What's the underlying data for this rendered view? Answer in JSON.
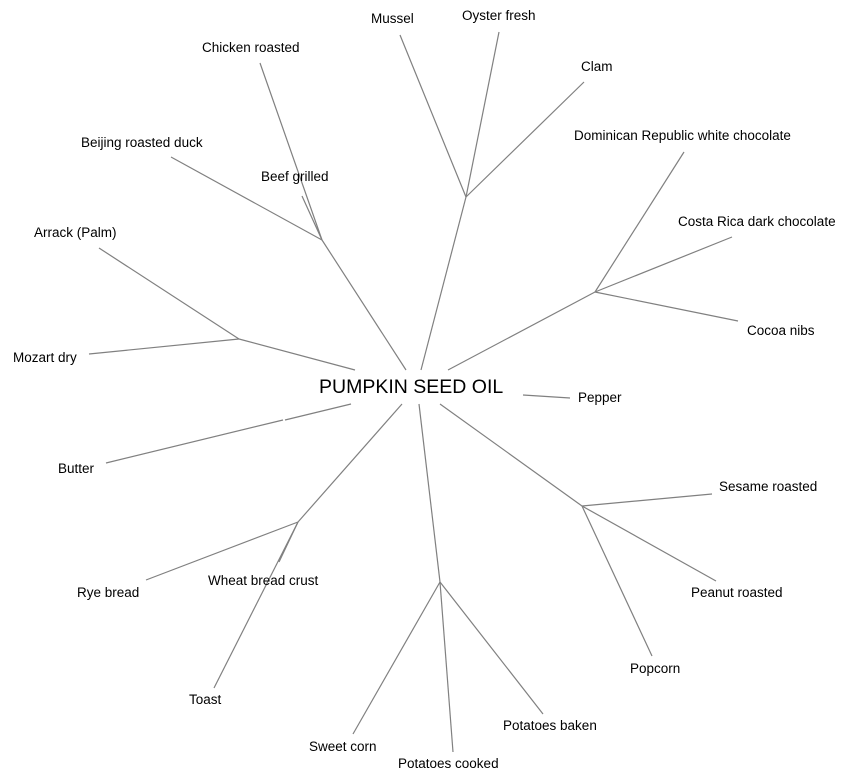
{
  "center": {
    "label": "PUMPKIN SEED OIL"
  },
  "colors": {
    "line": "#808080",
    "text": "#000000",
    "background": "#ffffff"
  },
  "groups": [
    {
      "id": "seafood",
      "leaves": [
        "Mussel",
        "Oyster fresh",
        "Clam"
      ]
    },
    {
      "id": "chocolate",
      "leaves": [
        "Dominican Republic white chocolate",
        "Costa Rica dark chocolate",
        "Cocoa nibs"
      ]
    },
    {
      "id": "pepper",
      "leaves": [
        "Pepper"
      ]
    },
    {
      "id": "nuts",
      "leaves": [
        "Sesame roasted",
        "Peanut roasted",
        "Popcorn"
      ]
    },
    {
      "id": "potatoes",
      "leaves": [
        "Potatoes baken",
        "Potatoes cooked",
        "Sweet corn"
      ]
    },
    {
      "id": "bread",
      "leaves": [
        "Wheat bread crust",
        "Toast",
        "Rye bread"
      ]
    },
    {
      "id": "butter",
      "leaves": [
        "Butter"
      ]
    },
    {
      "id": "wine",
      "leaves": [
        "Mozart dry",
        "Arrack (Palm)"
      ]
    },
    {
      "id": "meat",
      "leaves": [
        "Beijing roasted duck",
        "Beef grilled",
        "Chicken roasted"
      ]
    }
  ],
  "labels": {
    "mussel": "Mussel",
    "oyster": "Oyster fresh",
    "clam": "Clam",
    "dominican": "Dominican Republic white chocolate",
    "costarica": "Costa Rica dark chocolate",
    "cocoa": "Cocoa nibs",
    "pepper": "Pepper",
    "sesame": "Sesame roasted",
    "peanut": "Peanut roasted",
    "popcorn": "Popcorn",
    "baken": "Potatoes baken",
    "cooked": "Potatoes cooked",
    "sweetcorn": "Sweet corn",
    "wheat": "Wheat bread crust",
    "toast": "Toast",
    "rye": "Rye bread",
    "butter": "Butter",
    "mozart": "Mozart dry",
    "arrack": "Arrack (Palm)",
    "duck": "Beijing roasted duck",
    "beef": "Beef grilled",
    "chicken": "Chicken roasted"
  }
}
